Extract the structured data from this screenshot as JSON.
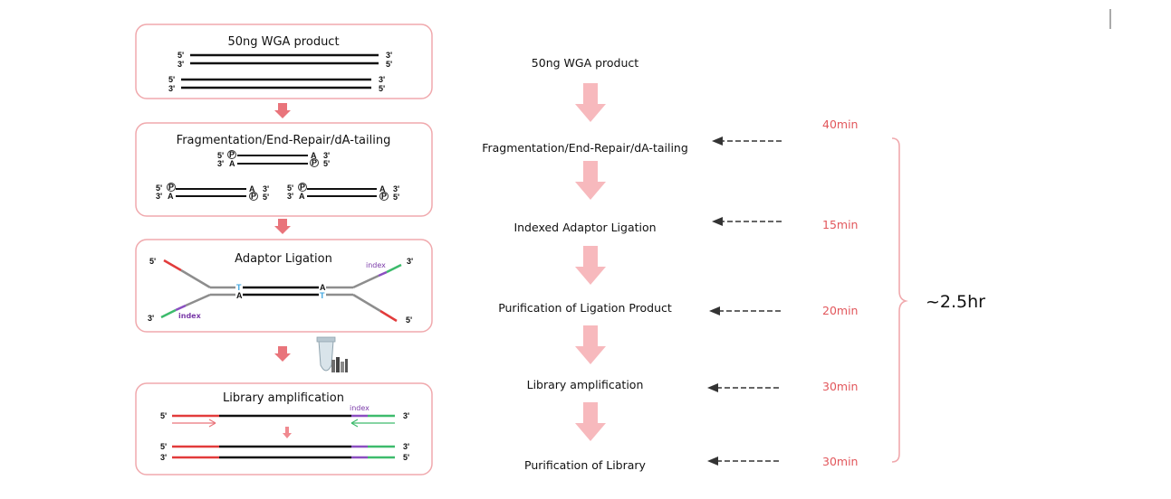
{
  "left_panels": {
    "p1": {
      "title": "50ng WGA product",
      "ends": {
        "five": "5'",
        "three": "3'"
      }
    },
    "p2": {
      "title": "Fragmentation/End-Repair/dA-tailing",
      "phos": "P",
      "base_a": "A"
    },
    "p3": {
      "title": "Adaptor Ligation",
      "index": "index",
      "base_t": "T",
      "base_a": "A"
    },
    "p4": {
      "title": "Library amplification",
      "index": "index"
    }
  },
  "workflow": {
    "steps": [
      {
        "label": "50ng WGA product",
        "time": ""
      },
      {
        "label": "Fragmentation/End-Repair/dA-tailing",
        "time": "40min"
      },
      {
        "label": "Indexed Adaptor Ligation",
        "time": "15min"
      },
      {
        "label": "Purification of Ligation Product",
        "time": "20min"
      },
      {
        "label": "Library amplification",
        "time": "30min"
      },
      {
        "label": "Purification of Library",
        "time": "30min"
      }
    ],
    "total": "~2.5hr"
  },
  "colors": {
    "box_border": "#f0a9ad",
    "arrow_pink": "#f7b9bd",
    "small_arrow": "#e9747b",
    "time_text": "#e2575c",
    "red_strand": "#e23b3b",
    "green_strand": "#3dbb6c",
    "purple_index": "#8a4fc0",
    "t_blue": "#3ea6e0"
  },
  "icons": [
    "tube-icon",
    "down-arrow-icon",
    "left-dashed-arrow-icon",
    "right-brace-icon"
  ]
}
